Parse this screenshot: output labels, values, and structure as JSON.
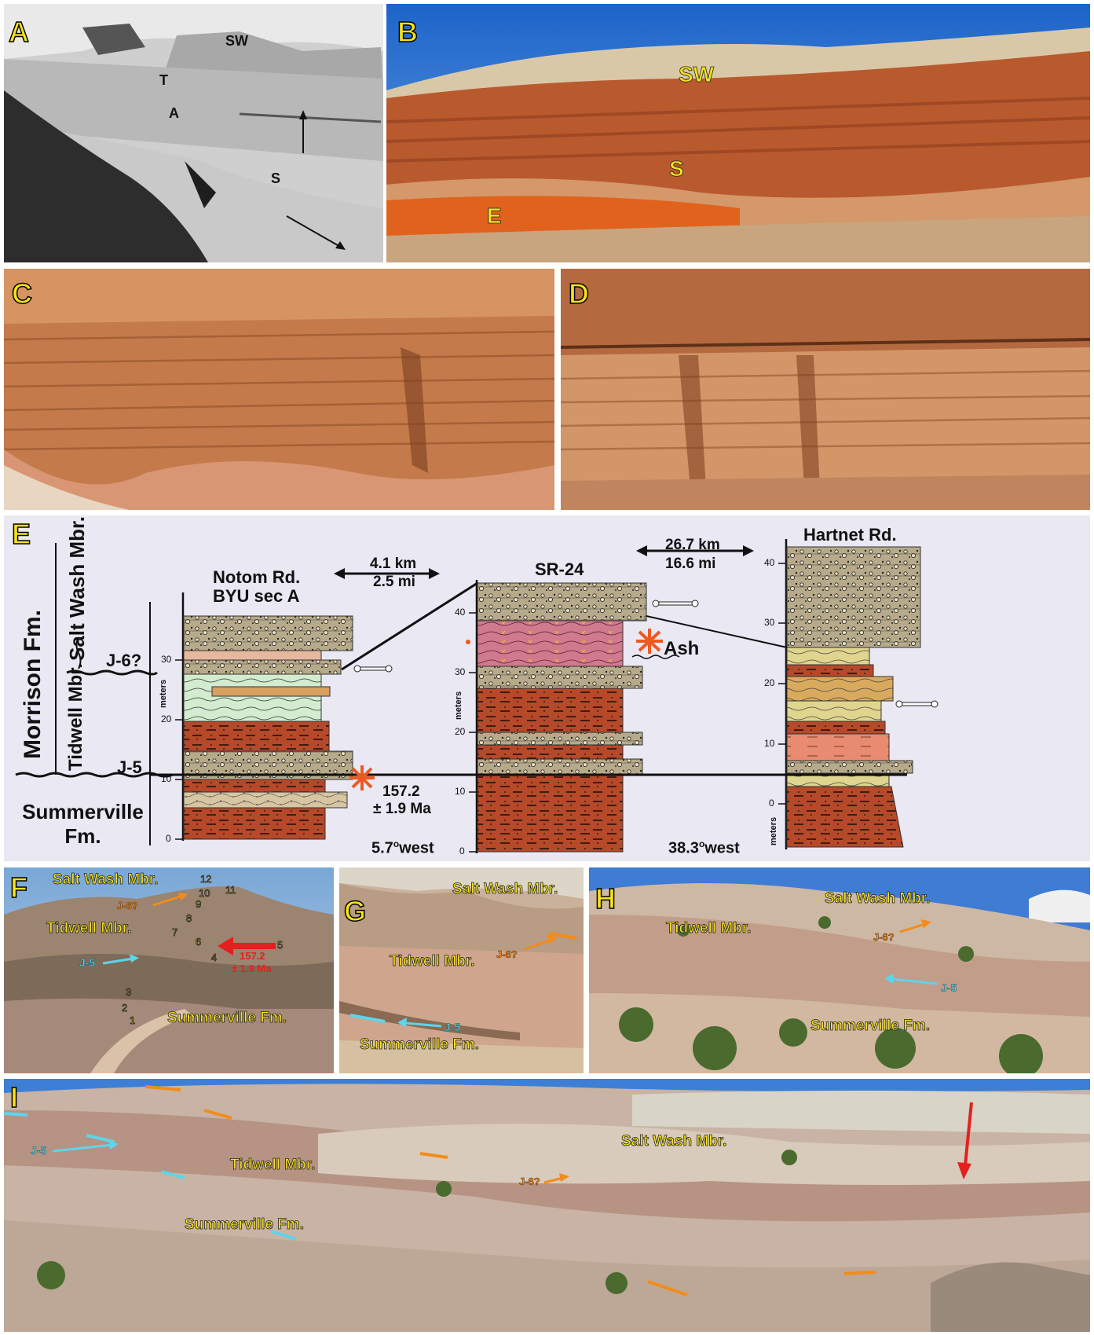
{
  "panels": {
    "a": {
      "label": "A",
      "marks": {
        "sw": "SW",
        "t": "T",
        "a": "A",
        "s": "S"
      }
    },
    "b": {
      "label": "B",
      "marks": {
        "sw": "SW",
        "s": "S",
        "e": "E"
      }
    },
    "c": {
      "label": "C"
    },
    "d": {
      "label": "D"
    },
    "e": {
      "label": "E",
      "formation": "Morrison Fm.",
      "salt_wash": "Salt Wash Mbr.",
      "tidwell": "Tidwell Mbr.",
      "summerville": "Summerville Fm.",
      "j6": "J-6?",
      "j5": "J-5",
      "columns": {
        "notom": {
          "title1": "Notom Rd.",
          "title2": "BYU sec A",
          "ticks": [
            "0",
            "10",
            "20",
            "30"
          ],
          "unit": "meters",
          "angle": "5.7",
          "dir": "west"
        },
        "sr24": {
          "title": "SR-24",
          "ticks": [
            "0",
            "10",
            "20",
            "30",
            "40"
          ],
          "unit": "meters",
          "ash": "Ash"
        },
        "hartnet": {
          "title": "Hartnet Rd.",
          "ticks": [
            "0",
            "10",
            "20",
            "30",
            "40"
          ],
          "unit": "meters",
          "angle": "38.3",
          "dir": "west"
        }
      },
      "dist1": {
        "km": "4.1 km",
        "mi": "2.5 mi"
      },
      "dist2": {
        "km": "26.7 km",
        "mi": "16.6 mi"
      },
      "age": {
        "value": "157.2",
        "err": "± 1.9 Ma"
      }
    },
    "f": {
      "label": "F",
      "salt_wash": "Salt Wash Mbr.",
      "tidwell": "Tidwell Mbr.",
      "summerville": "Summerville Fm.",
      "j6": "J-6?",
      "j5": "J-5",
      "age": "157.2",
      "age_err": "± 1.9 Ma",
      "numbers": [
        "1",
        "2",
        "3",
        "4",
        "5",
        "6",
        "7",
        "8",
        "9",
        "10",
        "11",
        "12"
      ]
    },
    "g": {
      "label": "G",
      "salt_wash": "Salt Wash Mbr.",
      "tidwell": "Tidwell Mbr.",
      "summerville": "Summerville Fm.",
      "j6": "J-6?",
      "j5": "J-5"
    },
    "h": {
      "label": "H",
      "salt_wash": "Salt Wash Mbr.",
      "tidwell": "Tidwell Mbr.",
      "summerville": "Summerville Fm.",
      "j6": "J-6?",
      "j5": "J-5"
    },
    "i": {
      "label": "I",
      "salt_wash": "Salt Wash Mbr.",
      "tidwell": "Tidwell Mbr.",
      "summerville": "Summerville Fm.",
      "j6": "J-6?",
      "j5": "J-5"
    }
  }
}
